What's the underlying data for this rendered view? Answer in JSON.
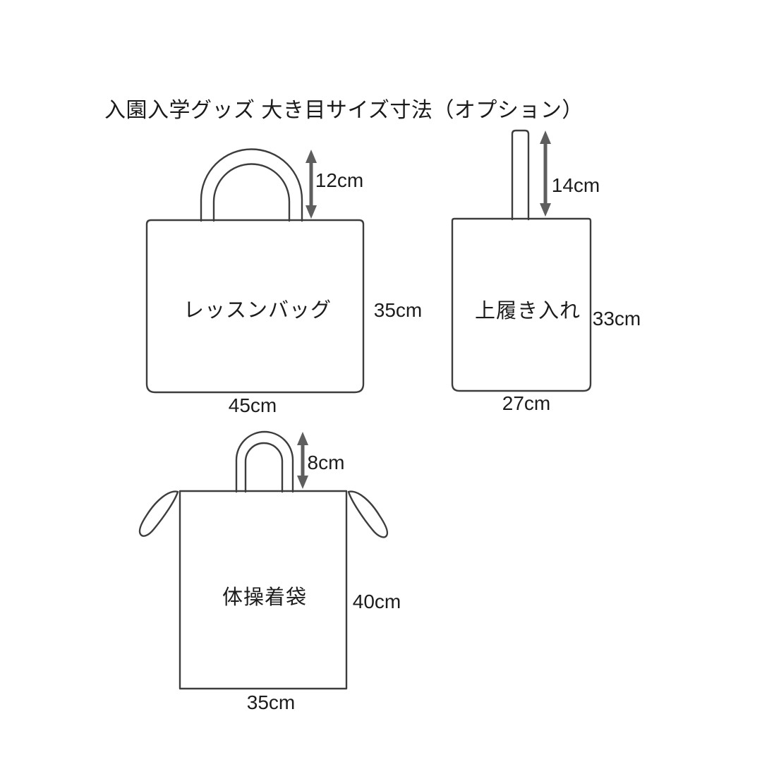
{
  "title": "入園入学グッズ 大き目サイズ寸法（オプション）",
  "colors": {
    "background": "#ffffff",
    "outline": "#3d3d3d",
    "arrow": "#5e5e5e",
    "text": "#1c1c1c"
  },
  "bags": {
    "lesson": {
      "name": "レッスンバッグ",
      "width": "45cm",
      "height": "35cm",
      "handle": "12cm"
    },
    "shoes": {
      "name": "上履き入れ",
      "width": "27cm",
      "height": "33cm",
      "handle": "14cm"
    },
    "gym": {
      "name": "体操着袋",
      "width": "35cm",
      "height": "40cm",
      "handle": "8cm"
    }
  }
}
